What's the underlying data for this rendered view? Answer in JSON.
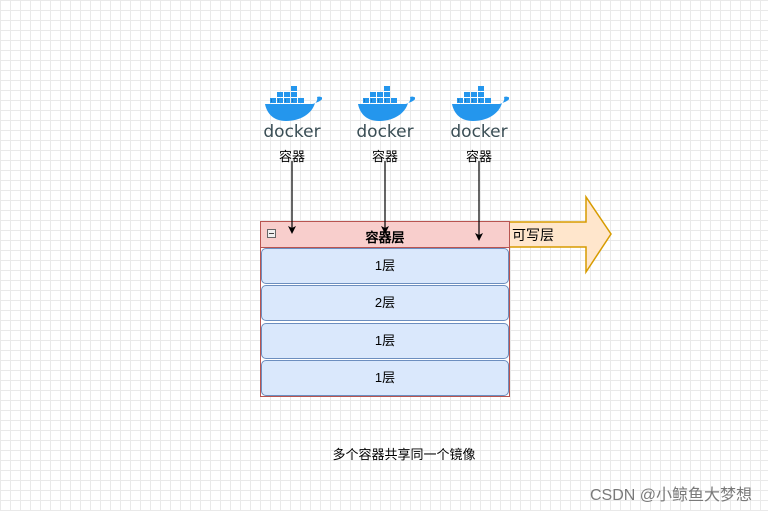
{
  "containers": [
    {
      "wordmark": "docker",
      "label": "容器"
    },
    {
      "wordmark": "docker",
      "label": "容器"
    },
    {
      "wordmark": "docker",
      "label": "容器"
    }
  ],
  "container_layer": {
    "title": "容器层"
  },
  "layers": [
    "1层",
    "2层",
    "1层",
    "1层"
  ],
  "writable_label": "可写层",
  "caption": "多个容器共享同一个镜像",
  "watermark": "CSDN @小鲸鱼大梦想",
  "colors": {
    "header_fill": "#f8cecc",
    "header_stroke": "#b85450",
    "layer_fill": "#dae8fc",
    "layer_stroke": "#6c8ebf",
    "arrow_fill": "#ffe6cc",
    "arrow_stroke": "#d79b00",
    "docker_blue": "#2496ed"
  }
}
